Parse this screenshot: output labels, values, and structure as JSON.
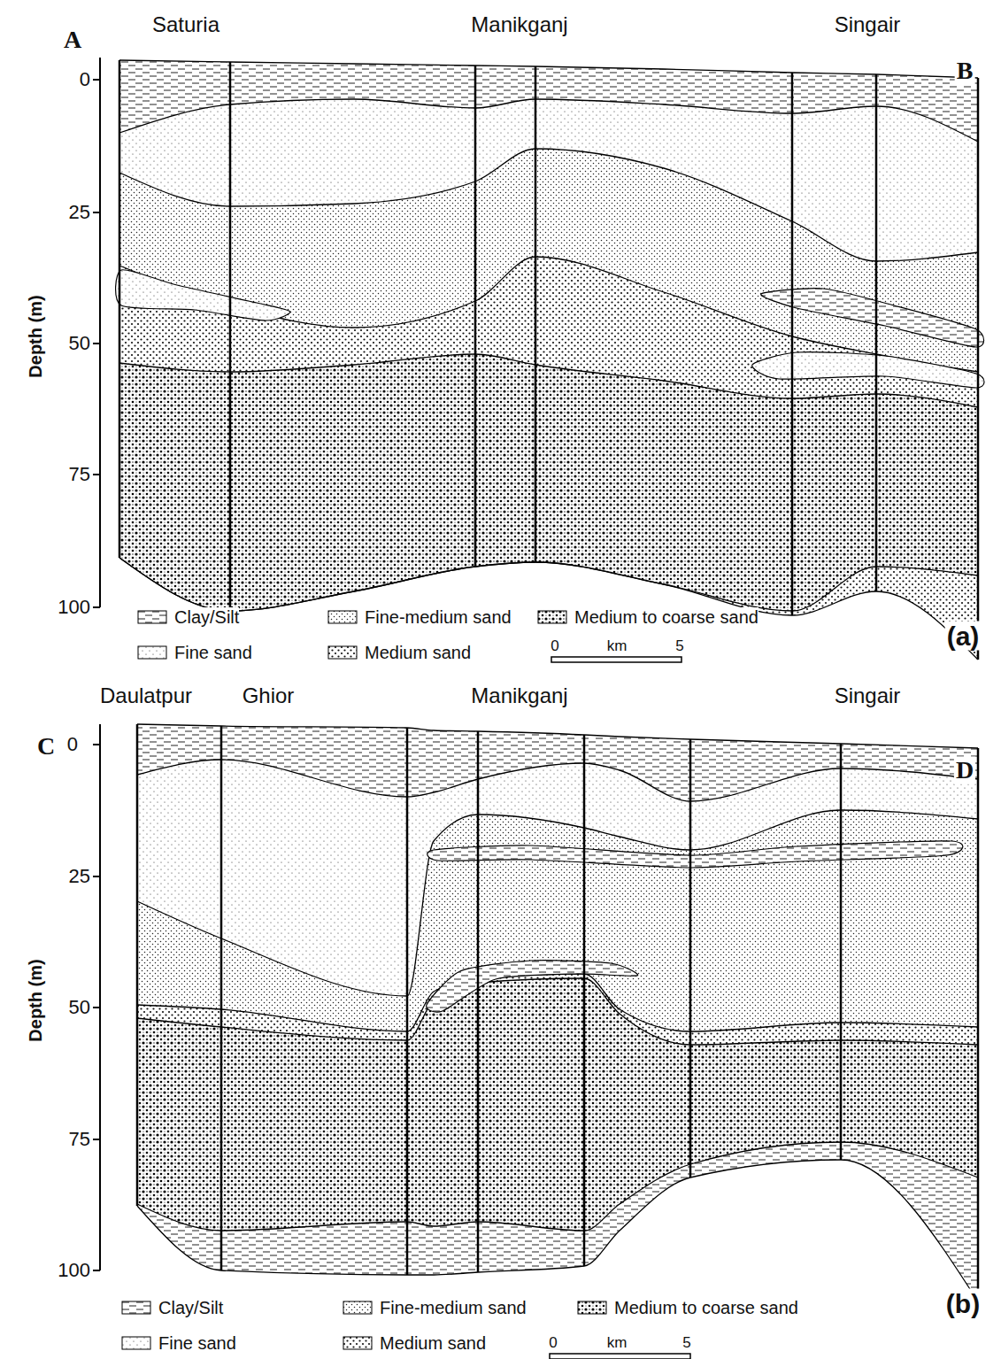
{
  "diagram": {
    "labels": [
      "A",
      "Saturia",
      "Manikganj",
      "Singair",
      "B",
      "0",
      "25",
      "50",
      "75",
      "100",
      "Depth (m)",
      "(a)",
      "0",
      "km",
      "5",
      "Daulatpur",
      "Ghior",
      "Manikganj",
      "Singair",
      "C",
      "D",
      "0",
      "25",
      "50",
      "75",
      "100",
      "Depth (m)",
      "(b)",
      "0",
      "km",
      "5"
    ],
    "legend": [
      {
        "text": "Clay/Silt"
      },
      {
        "text": "Fine-medium sand"
      },
      {
        "text": "Medium to coarse sand"
      },
      {
        "text": "Fine sand"
      },
      {
        "text": "Medium sand"
      },
      {
        "text": "Clay/Silt"
      },
      {
        "text": "Fine-medium sand"
      },
      {
        "text": "Medium to coarse sand"
      },
      {
        "text": "Fine sand"
      },
      {
        "text": "Medium sand"
      }
    ]
  }
}
